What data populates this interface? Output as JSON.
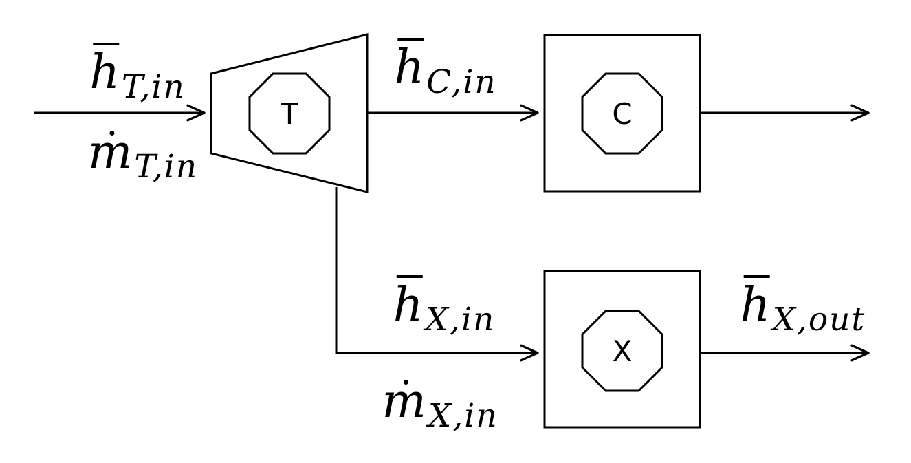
{
  "diagram": {
    "title": "turbine-bleed-flow-diagram",
    "background_color": "#ffffff",
    "line_color": "#000000",
    "components": {
      "turbine": {
        "symbol": "T",
        "shape": "trapezoid-with-octagon"
      },
      "c_unit": {
        "symbol": "C",
        "shape": "square-with-octagon"
      },
      "x_unit": {
        "symbol": "X",
        "shape": "square-with-octagon"
      }
    },
    "labels": {
      "turbine_inlet_enthalpy": {
        "accent": "bar",
        "base": "h",
        "sub": "T,in"
      },
      "turbine_inlet_massflow": {
        "accent": "dot",
        "base": "m",
        "sub": "T,in"
      },
      "c_inlet_enthalpy": {
        "accent": "bar",
        "base": "h",
        "sub": "C,in"
      },
      "x_inlet_enthalpy": {
        "accent": "bar",
        "base": "h",
        "sub": "X,in"
      },
      "x_inlet_massflow": {
        "accent": "dot",
        "base": "m",
        "sub": "X,in"
      },
      "x_outlet_enthalpy": {
        "accent": "bar",
        "base": "h",
        "sub": "X,out"
      }
    }
  }
}
